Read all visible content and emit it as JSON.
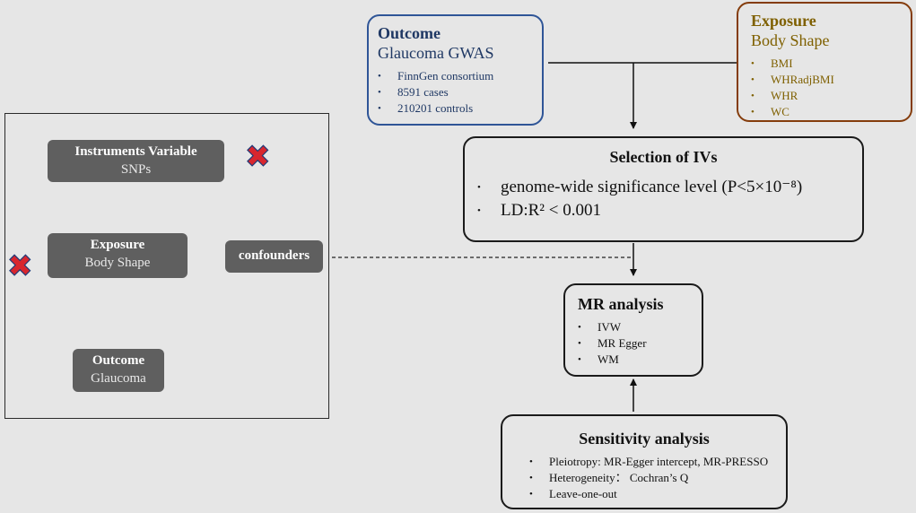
{
  "left_panel": {
    "instruments": {
      "title": "Instruments Variable",
      "subtitle": "SNPs"
    },
    "exposure": {
      "title": "Exposure",
      "subtitle": "Body Shape"
    },
    "confounders": {
      "title": "confounders"
    },
    "outcome": {
      "title": "Outcome",
      "subtitle": "Glaucoma"
    }
  },
  "outcome_box": {
    "title": "Outcome",
    "subtitle": "Glaucoma GWAS",
    "items": [
      "FinnGen consortium",
      "8591 cases",
      "210201 controls"
    ]
  },
  "exposure_box": {
    "title": "Exposure",
    "subtitle": "Body Shape",
    "items": [
      "BMI",
      "WHRadjBMI",
      "WHR",
      "WC"
    ]
  },
  "selection": {
    "title": "Selection of IVs",
    "items": [
      "genome-wide significance level (P<5×10⁻⁸)",
      "LD:R²  < 0.001"
    ]
  },
  "mr_analysis": {
    "title": "MR analysis",
    "items": [
      "IVW",
      "MR Egger",
      "WM"
    ]
  },
  "sensitivity": {
    "title": "Sensitivity analysis",
    "items": [
      "Pleiotropy: MR-Egger intercept, MR-PRESSO",
      "Heterogeneity： Cochran’s Q",
      "Leave-one-out"
    ]
  },
  "colors": {
    "background": "#e6e6e6",
    "gray_box": "#5f5f5f",
    "outcome_blue": "#2f5597",
    "exposure_brown": "#843c0c",
    "exposure_text": "#7f6000",
    "cross_red": "#d8262e"
  }
}
